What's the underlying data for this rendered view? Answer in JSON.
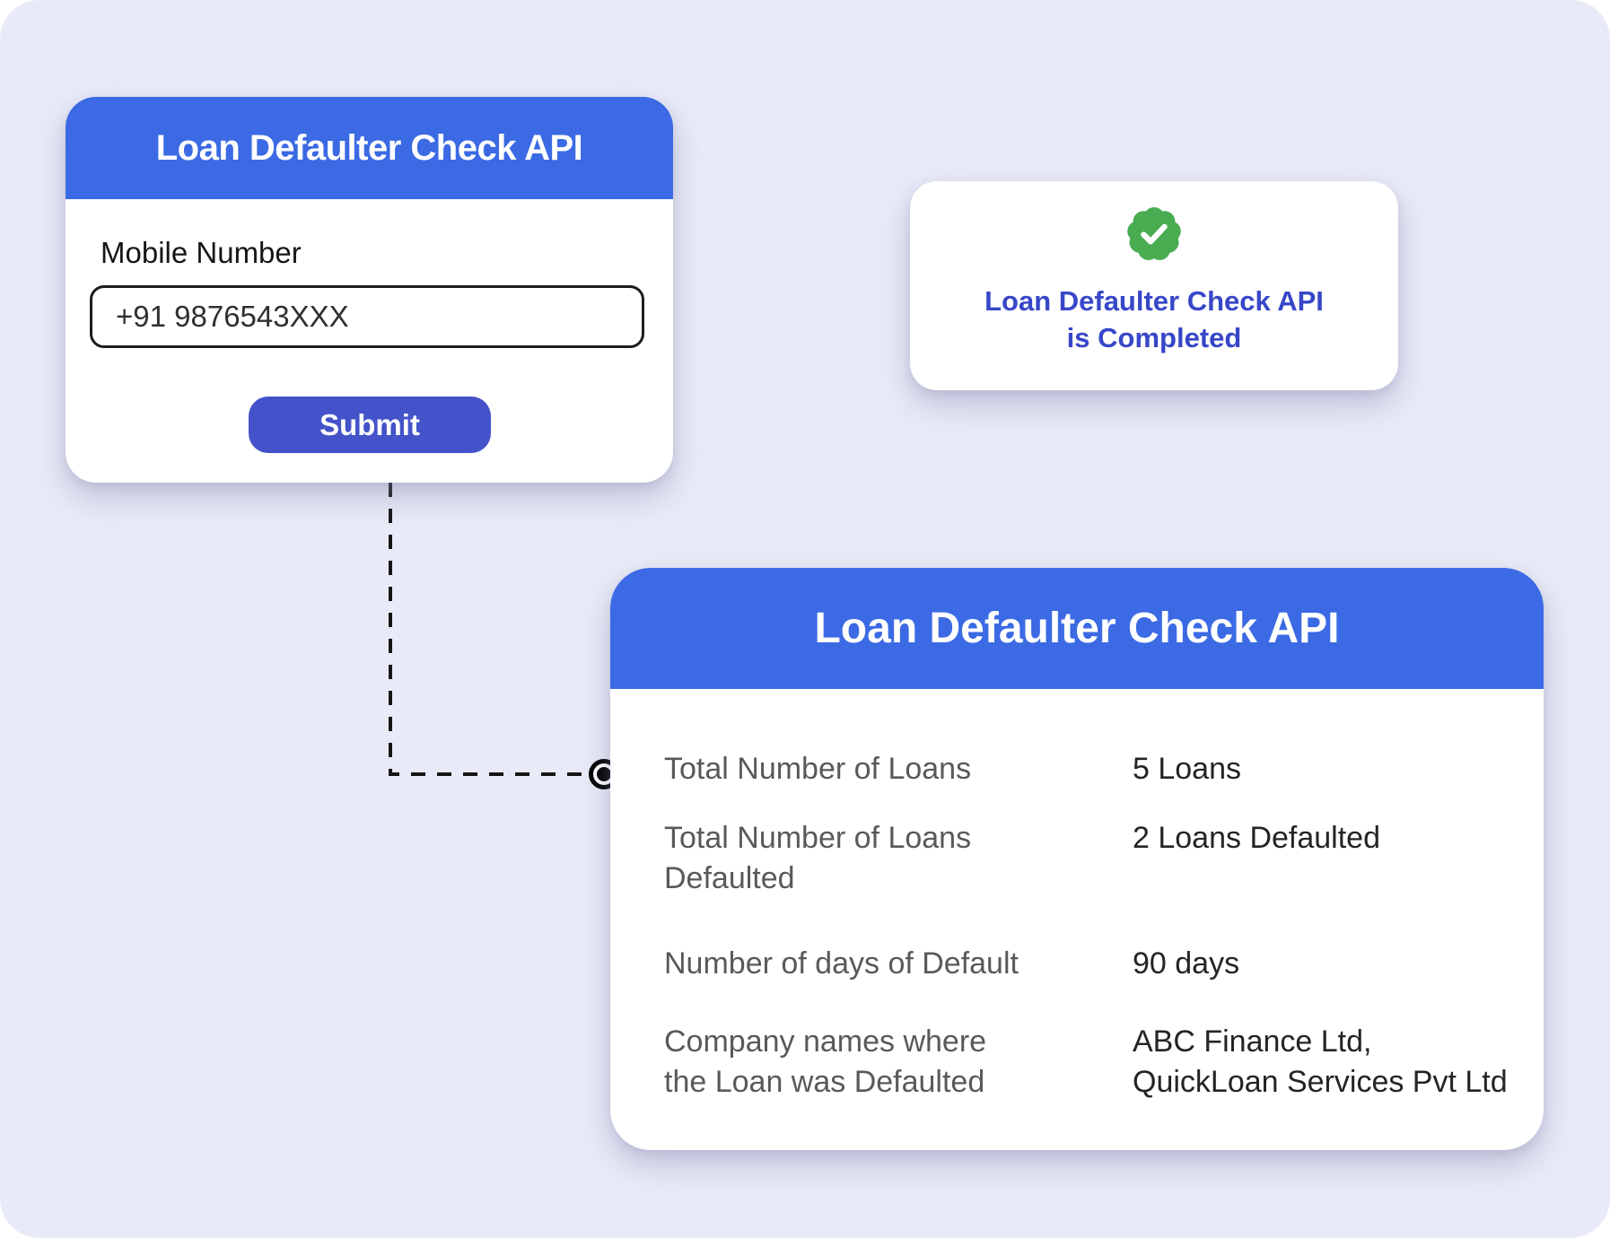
{
  "form_card": {
    "title": "Loan Defaulter Check API",
    "mobile_label": "Mobile Number",
    "mobile_value": "+91 9876543XXX",
    "submit_label": "Submit"
  },
  "status_card": {
    "line1": "Loan Defaulter Check API",
    "line2": "is Completed",
    "icon": "check-badge-icon"
  },
  "result_card": {
    "title": "Loan Defaulter Check API",
    "rows": [
      {
        "label_lines": [
          "Total Number of Loans",
          ""
        ],
        "value_lines": [
          "5 Loans",
          ""
        ]
      },
      {
        "label_lines": [
          "Total Number of Loans",
          "Defaulted"
        ],
        "value_lines": [
          "2 Loans Defaulted",
          ""
        ]
      },
      {
        "label_lines": [
          "Number of days of Default",
          ""
        ],
        "value_lines": [
          "90 days",
          ""
        ]
      },
      {
        "label_lines": [
          "Company names where",
          "the Loan was Defaulted"
        ],
        "value_lines": [
          "ABC Finance Ltd,",
          "QuickLoan Services Pvt Ltd"
        ]
      }
    ]
  },
  "colors": {
    "background": "#E9EAF7",
    "header_blue": "#3B6AE4",
    "submit_blue": "#4453C9",
    "status_text_blue": "#3747C8",
    "badge_green": "#4AAC51",
    "connector_black": "#161616"
  }
}
